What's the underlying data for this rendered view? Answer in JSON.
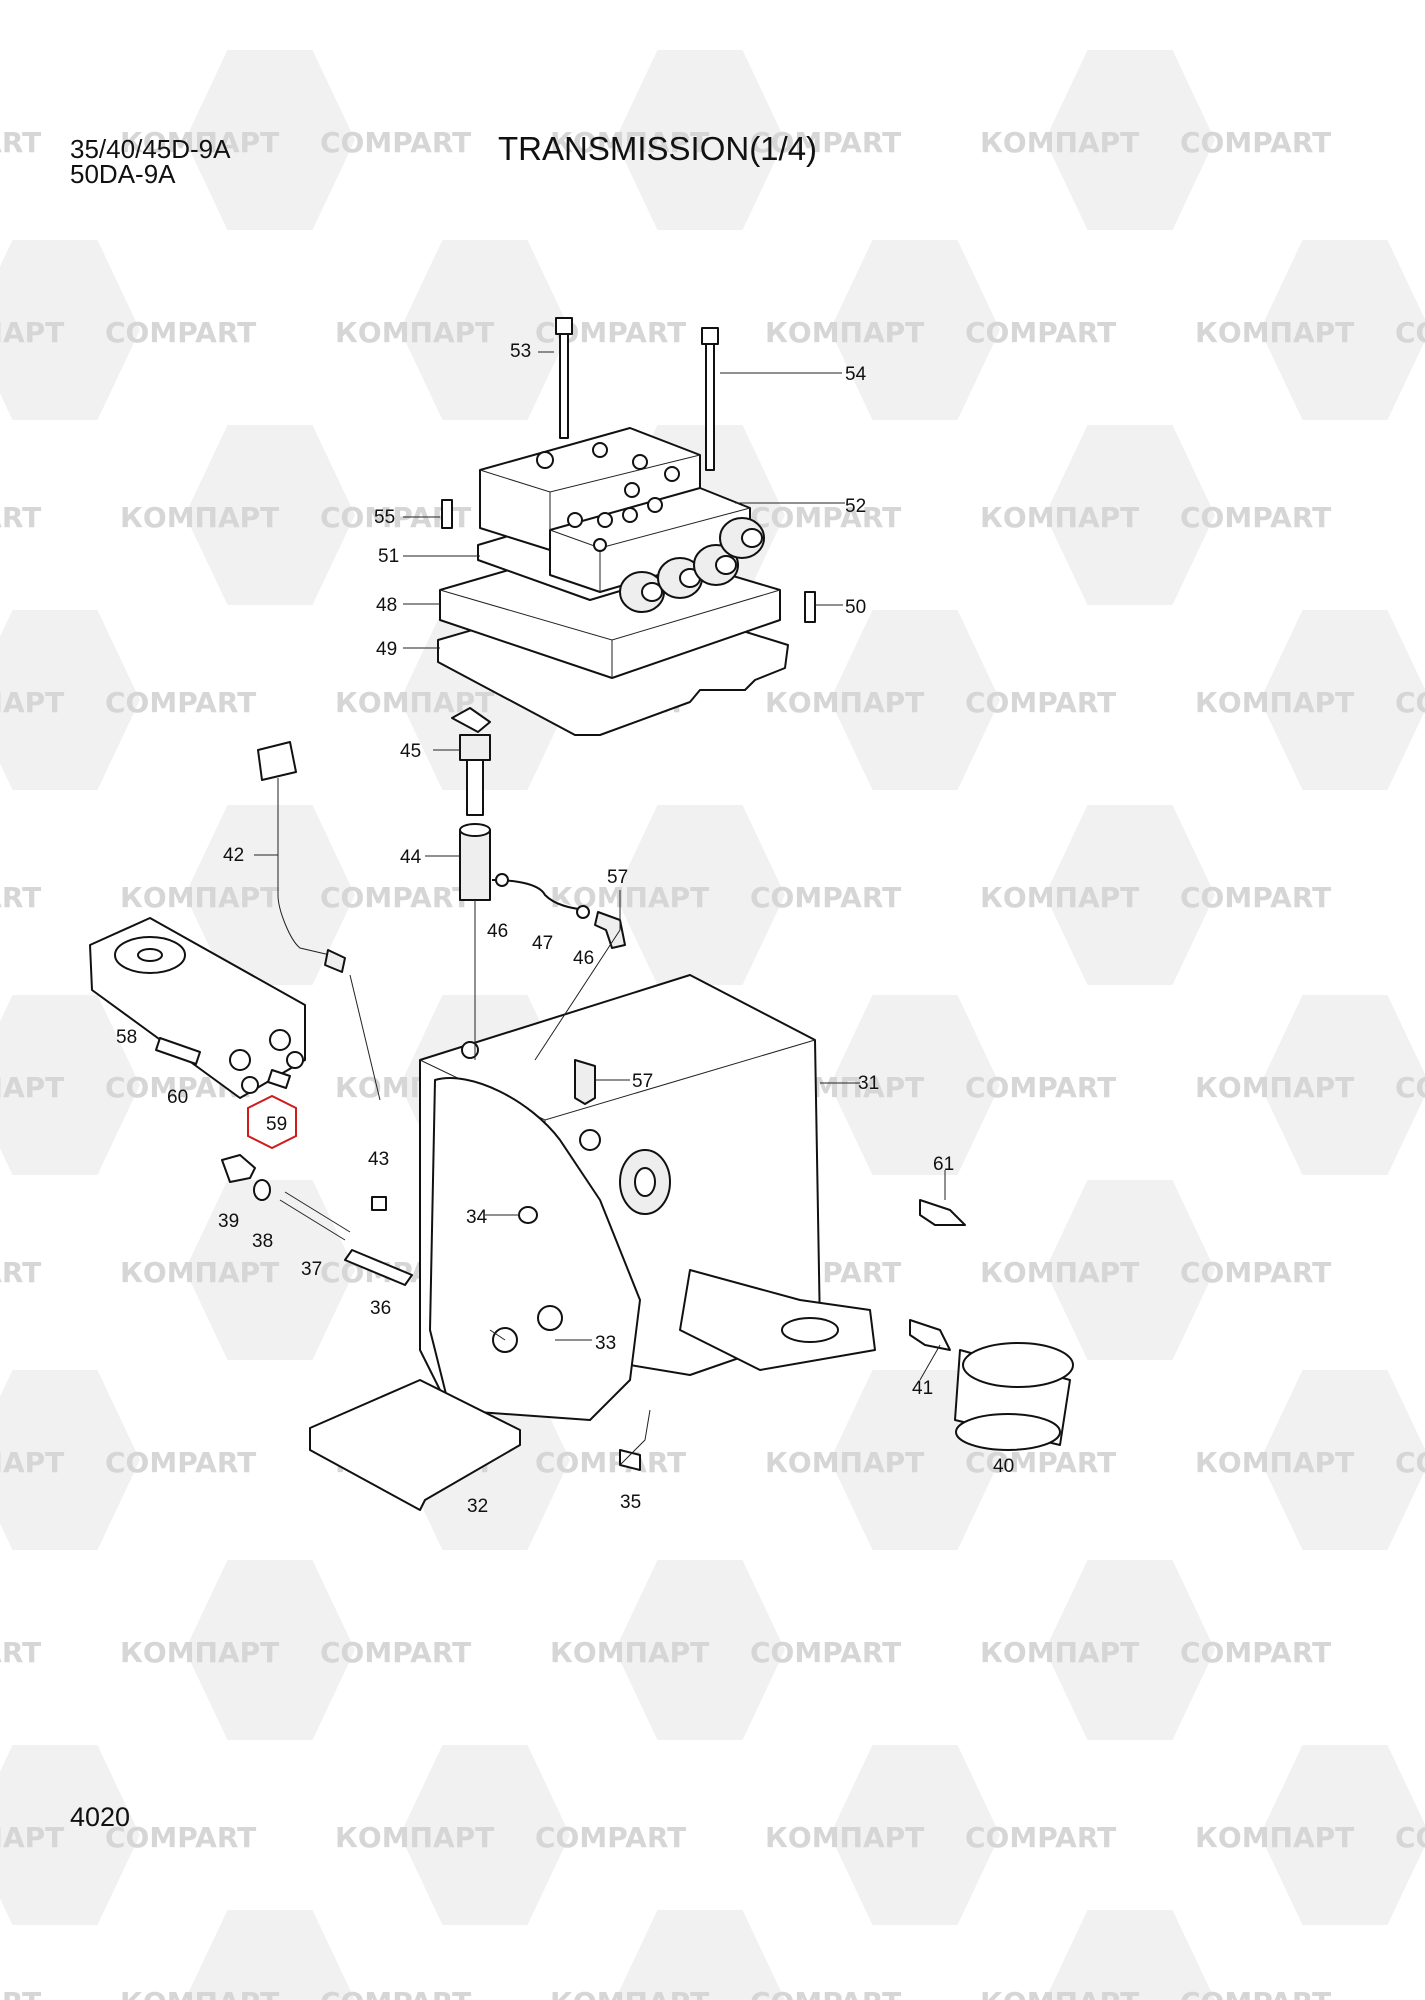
{
  "header": {
    "model_line1": "35/40/45D-9A",
    "model_line2": "50DA-9A",
    "title": "TRANSMISSION(1/4)"
  },
  "footer": {
    "page_number": "4020"
  },
  "watermark": {
    "text_cyrillic": "КОМПАРТ",
    "text_latin": "COMPART",
    "color": "#d6d6d6"
  },
  "highlighted_part": "59",
  "highlight_color": "#d11a1a",
  "callouts": {
    "c53": "53",
    "c54": "54",
    "c52": "52",
    "c55": "55",
    "c51": "51",
    "c48": "48",
    "c50": "50",
    "c49": "49",
    "c45": "45",
    "c42": "42",
    "c44": "44",
    "c57a": "57",
    "c46a": "46",
    "c47": "47",
    "c46b": "46",
    "c58": "58",
    "c57b": "57",
    "c31": "31",
    "c60": "60",
    "c59": "59",
    "c43": "43",
    "c61": "61",
    "c34": "34",
    "c39": "39",
    "c38": "38",
    "c37": "37",
    "c36": "36",
    "c33": "33",
    "c41": "41",
    "c40": "40",
    "c32": "32",
    "c35": "35"
  }
}
